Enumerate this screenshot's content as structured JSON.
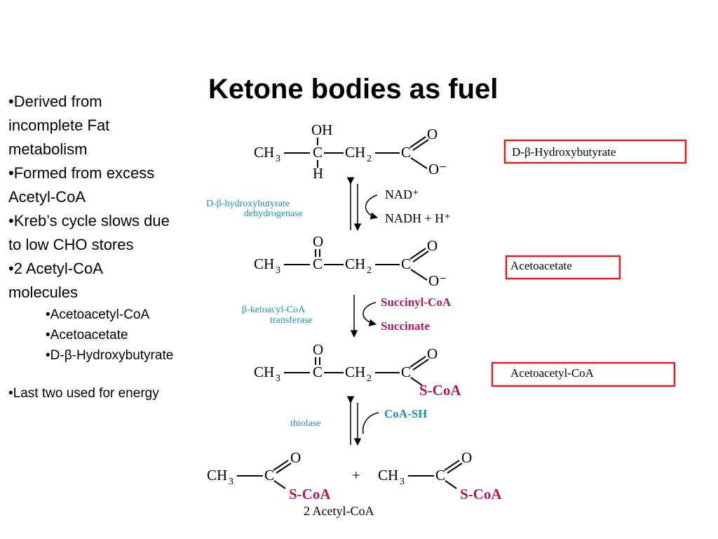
{
  "colors": {
    "box": "#e02020",
    "teal": "#1a8fb8",
    "magenta": "#b0175d",
    "text": "#000000"
  },
  "bullets": {
    "b1": "•Derived from",
    "b1b": "incomplete Fat",
    "b1c": "metabolism",
    "b2": "•Formed from excess",
    "b2b": "Acetyl-CoA",
    "b3": "•Kreb’s cycle slows due",
    "b3b": "to low CHO stores",
    "b4": "•2 Acetyl-CoA",
    "b4b": "molecules",
    "sub": [
      "•Acetoacetyl-CoA",
      "•Acetoacetate",
      "•D-β-Hydroxybutyrate"
    ],
    "last": "•Last two used for energy"
  },
  "diagram": {
    "title": "Ketone bodies as fuel",
    "atoms": {
      "OH": "OH",
      "H": "H",
      "C": "C",
      "O": "O",
      "Ominus": "O⁻",
      "CH": "CH",
      "sub3": "3",
      "sub2": "2",
      "SCoA": "S-CoA",
      "plus": "+"
    },
    "mol1_label": "D-β-Hydroxybutyrate",
    "step1": {
      "enzyme1": "D-β-hydroxybutyrate",
      "enzyme2": "dehydrogenase",
      "in": "NAD⁺",
      "out": "NADH + H⁺"
    },
    "mol2_label": "Acetoacetate",
    "step2": {
      "enzyme1": "β-ketoacyl-CoA",
      "enzyme2": "transferase",
      "in": "Succinyl-CoA",
      "out": "Succinate"
    },
    "mol3_label": "Acetoacetyl-CoA",
    "step3": {
      "enzyme": "thiolase",
      "in": "CoA-SH"
    },
    "product_label": "2 Acetyl-CoA"
  }
}
